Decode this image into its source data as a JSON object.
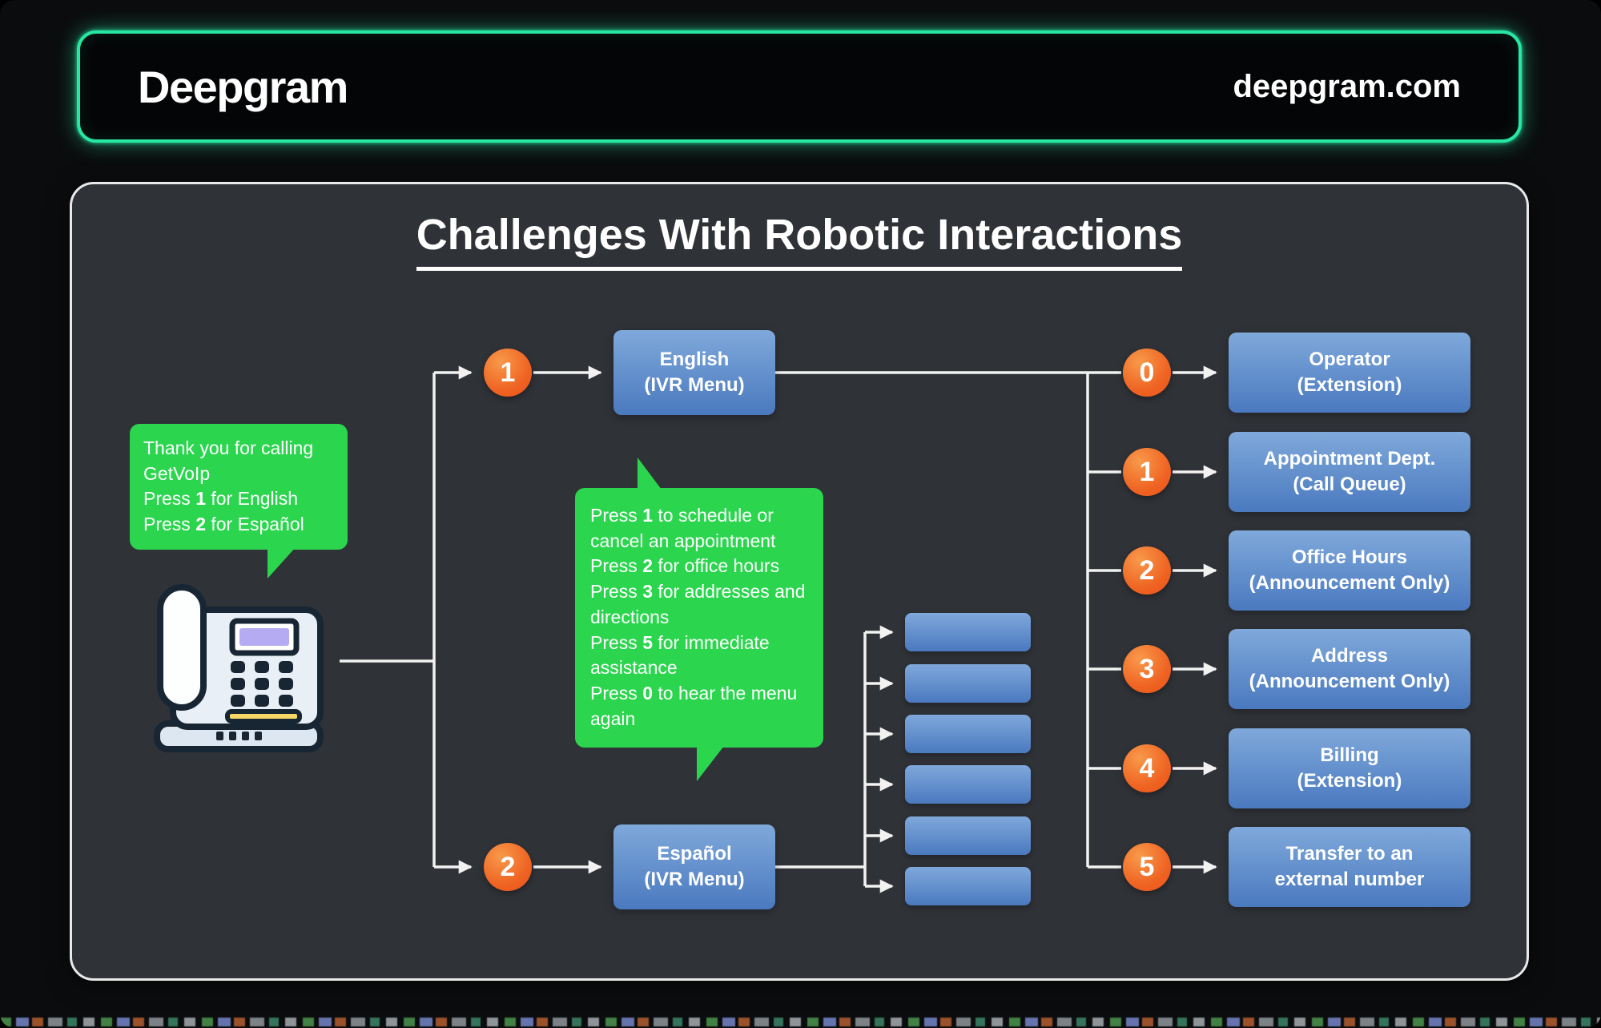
{
  "header": {
    "logo": "Deepgram",
    "site": "deepgram.com"
  },
  "title": "Challenges With Robotic Interactions",
  "greeting_bubble": {
    "lines": [
      [
        {
          "t": "Thank you for calling"
        }
      ],
      [
        {
          "t": "GetVoIp"
        }
      ],
      [
        {
          "t": "Press "
        },
        {
          "t": "1",
          "b": true
        },
        {
          "t": " for English"
        }
      ],
      [
        {
          "t": "Press "
        },
        {
          "t": "2",
          "b": true
        },
        {
          "t": " for Español"
        }
      ]
    ]
  },
  "menu_bubble": {
    "lines": [
      [
        {
          "t": "Press "
        },
        {
          "t": "1",
          "b": true
        },
        {
          "t": " to schedule or cancel an appointment"
        }
      ],
      [
        {
          "t": "Press "
        },
        {
          "t": "2",
          "b": true
        },
        {
          "t": " for office hours"
        }
      ],
      [
        {
          "t": "Press "
        },
        {
          "t": "3",
          "b": true
        },
        {
          "t": " for addresses and directions"
        }
      ],
      [
        {
          "t": "Press "
        },
        {
          "t": "5",
          "b": true
        },
        {
          "t": " for immediate assistance"
        }
      ],
      [
        {
          "t": "Press "
        },
        {
          "t": "0",
          "b": true
        },
        {
          "t": " to hear the menu again"
        }
      ]
    ]
  },
  "branches": [
    {
      "num": "1",
      "line1": "English",
      "line2": "(IVR Menu)"
    },
    {
      "num": "2",
      "line1": "Español",
      "line2": "(IVR Menu)"
    }
  ],
  "menu": [
    {
      "num": "0",
      "line1": "Operator",
      "line2": "(Extension)"
    },
    {
      "num": "1",
      "line1": "Appointment Dept.",
      "line2": "(Call Queue)"
    },
    {
      "num": "2",
      "line1": "Office Hours",
      "line2": "(Announcement Only)"
    },
    {
      "num": "3",
      "line1": "Address",
      "line2": "(Announcement Only)"
    },
    {
      "num": "4",
      "line1": "Billing",
      "line2": "(Extension)"
    },
    {
      "num": "5",
      "line1": "Transfer to an",
      "line2": "external number"
    }
  ],
  "colors": {
    "accent_green": "#27e7a3",
    "bubble_green": "#2bd64e",
    "node_orange": "#ef6322",
    "box_blue_top": "#7fa9db",
    "box_blue_bottom": "#4a79bf",
    "panel_gray": "#2f3237",
    "line_white": "#f2f2f2"
  }
}
